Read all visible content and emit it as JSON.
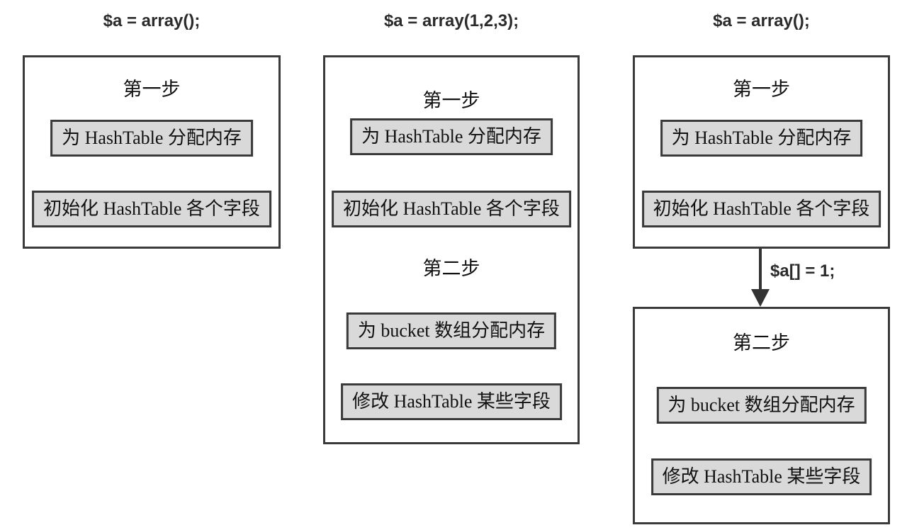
{
  "diagram": {
    "colors": {
      "background": "#ffffff",
      "box_border": "#3a3a3a",
      "inner_box_fill": "#d9d9d9",
      "text": "#111111",
      "code_text": "#2b2b2b",
      "arrow": "#333333"
    },
    "columns": [
      {
        "title": "$a = array();",
        "boxes": [
          {
            "sections": [
              {
                "step_label": "第一步",
                "items": [
                  "为 HashTable 分配内存",
                  "初始化 HashTable 各个字段"
                ]
              }
            ]
          }
        ]
      },
      {
        "title": "$a = array(1,2,3);",
        "boxes": [
          {
            "sections": [
              {
                "step_label": "第一步",
                "items": [
                  "为 HashTable 分配内存",
                  "初始化 HashTable 各个字段"
                ]
              },
              {
                "step_label": "第二步",
                "items": [
                  "为 bucket 数组分配内存",
                  "修改 HashTable 某些字段"
                ]
              }
            ]
          }
        ]
      },
      {
        "title": "$a = array();",
        "arrow_label": "$a[] = 1;",
        "boxes": [
          {
            "sections": [
              {
                "step_label": "第一步",
                "items": [
                  "为 HashTable 分配内存",
                  "初始化 HashTable 各个字段"
                ]
              }
            ]
          },
          {
            "sections": [
              {
                "step_label": "第二步",
                "items": [
                  "为 bucket 数组分配内存",
                  "修改 HashTable 某些字段"
                ]
              }
            ]
          }
        ]
      }
    ]
  }
}
